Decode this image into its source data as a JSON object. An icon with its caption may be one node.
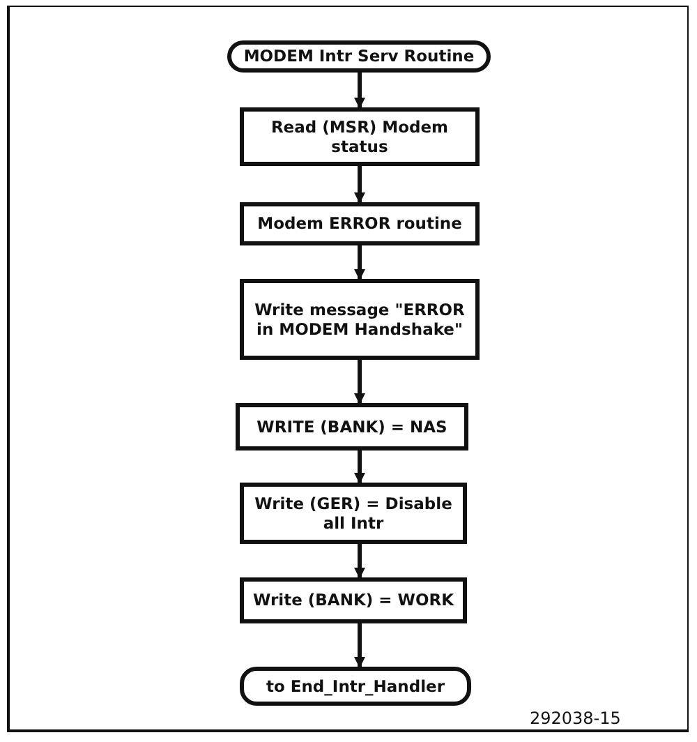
{
  "diagram": {
    "nodes": [
      {
        "text": [
          "MODEM Intr Serv Routine"
        ]
      },
      {
        "text": [
          "Read (MSR) Modem status"
        ]
      },
      {
        "text": [
          "Modem ERROR routine"
        ]
      },
      {
        "text": [
          "Write message \"ERROR in MODEM Handshake\""
        ]
      },
      {
        "text": [
          "WRITE (BANK) = NAS"
        ]
      },
      {
        "text": [
          "Write (GER) = Disable all Intr"
        ]
      },
      {
        "text": [
          "Write (BANK) = WORK"
        ]
      },
      {
        "text": [
          "to End_Intr_Handler"
        ]
      }
    ],
    "edges": [
      {
        "from": 0,
        "to": 1,
        "arrow": "to"
      },
      {
        "from": 1,
        "to": 2,
        "arrow": "to"
      },
      {
        "from": 2,
        "to": 3,
        "arrow": "to"
      },
      {
        "from": 3,
        "to": 4,
        "arrow": "to"
      },
      {
        "from": 4,
        "to": 5,
        "arrow": "to"
      },
      {
        "from": 5,
        "to": 6,
        "arrow": "to"
      },
      {
        "from": 6,
        "to": 7,
        "arrow": "to"
      }
    ],
    "labels": [
      "292038-15"
    ]
  }
}
